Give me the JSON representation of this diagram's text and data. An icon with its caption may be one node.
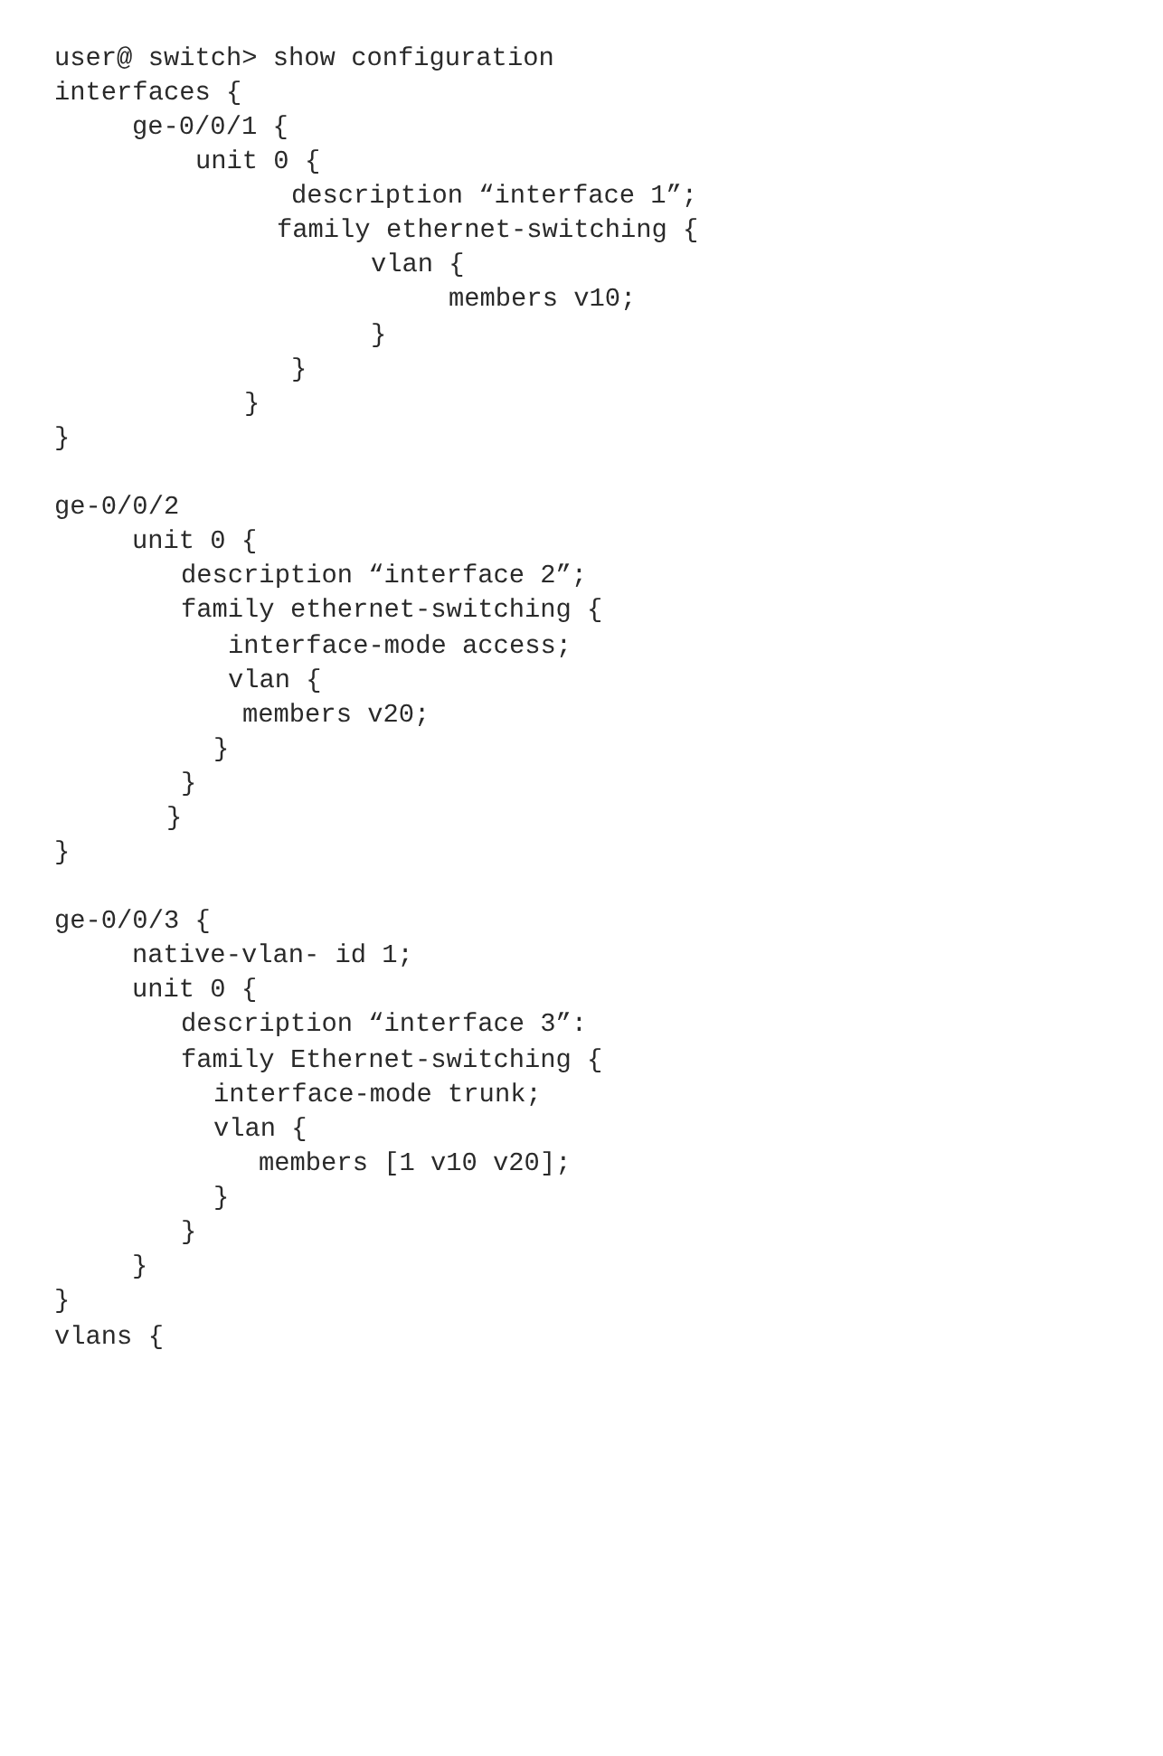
{
  "diagram": {
    "labels": [
      "user@ switch> show configuration",
      "interfaces {",
      "ge-0/0/1 {",
      "unit 0 {",
      "description “interface 1”;",
      "family ethernet-switching {",
      "vlan {",
      "members v10;",
      "}",
      "}",
      "}",
      "}",
      "ge-0/0/2",
      "unit 0 {",
      "description “interface 2”;",
      "family ethernet-switching {",
      "interface-mode access;",
      "vlan {",
      "members v20;",
      "}",
      "}",
      "}",
      "}",
      "ge-0/0/3 {",
      "native-vlan- id 1;",
      "unit 0 {",
      "description “interface 3”:",
      "family Ethernet-switching {",
      "interface-mode trunk;",
      "vlan {",
      "members [1 v10 v20];",
      "}",
      "}",
      "}",
      "}",
      "vlans {"
    ]
  }
}
